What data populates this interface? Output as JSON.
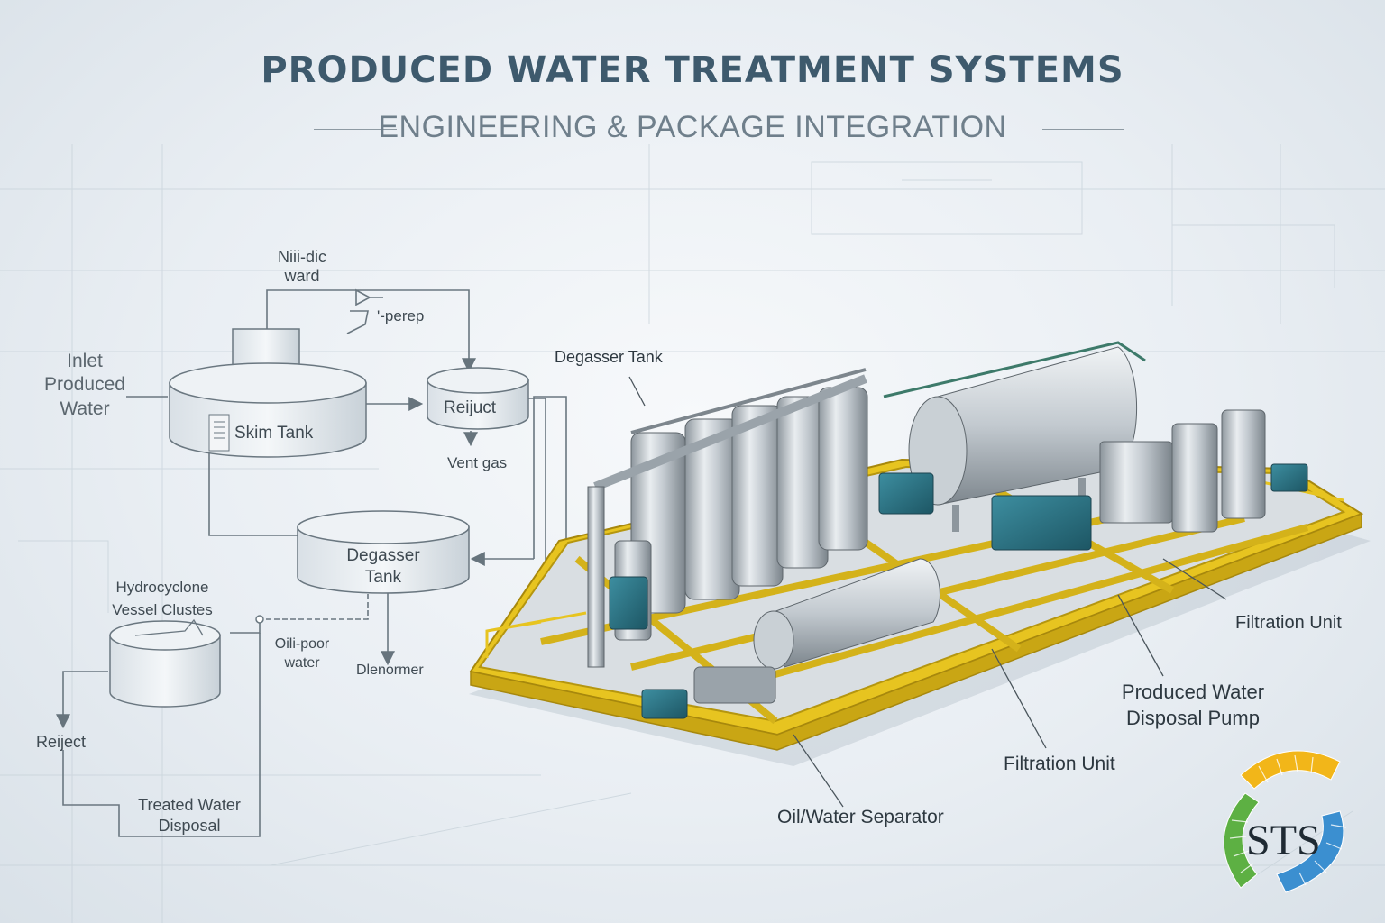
{
  "header": {
    "title": "PRODUCED WATER TREATMENT SYSTEMS",
    "subtitle": "ENGINEERING & PACKAGE INTEGRATION"
  },
  "flow_diagram": {
    "top_note_line1": "Niii-dic",
    "top_note_line2": "ward",
    "valve_note": "'-perep",
    "inlet_line1": "Inlet",
    "inlet_line2": "Produced",
    "inlet_line3": "Water",
    "skim_tank": "Skim Tank",
    "reject_top": "Reijuct",
    "vent_gas": "Vent gas",
    "degasser_line1": "Degasser",
    "degasser_line2": "Tank",
    "hydrocyclone_line1": "Hydrocyclone",
    "hydrocyclone_line2": "Vessel Clustes",
    "oil_poor_line1": "Oili-poor",
    "oil_poor_line2": "water",
    "deformer": "Dlenormer",
    "reject_bottom": "Reiject",
    "treated_line1": "Treated Water",
    "treated_line2": "Disposal"
  },
  "skid_callouts": {
    "degasser_tank": "Degasser Tank",
    "filtration_unit_right": "Filtration Unit",
    "disposal_pump_line1": "Produced Water",
    "disposal_pump_line2": "Disposal Pump",
    "filtration_unit_bottom": "Filtration Unit",
    "oil_water_separator": "Oil/Water Separator"
  },
  "logo": {
    "text": "STS",
    "colors": [
      "#f2b619",
      "#3b8fd0",
      "#5db043"
    ]
  }
}
